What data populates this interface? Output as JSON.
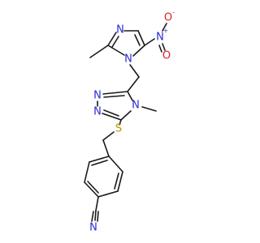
{
  "molecule": {
    "colors": {
      "bond": "#1a1a1a",
      "carbon": "#1a1a1a",
      "nitrogen": "#2b2bd6",
      "oxygen": "#e02020",
      "sulfur": "#b59a00"
    },
    "labels": {
      "imidazole_n3": "N",
      "imidazole_n1": "N",
      "nitro_n": "N",
      "nitro_n_charge": "+",
      "nitro_o_top": "O",
      "nitro_o_top_charge": "-",
      "nitro_o_bottom": "O",
      "triazole_n4": "N",
      "triazole_n1": "N",
      "triazole_n2": "N",
      "thioether_s": "S",
      "nitrile_n": "N"
    }
  }
}
